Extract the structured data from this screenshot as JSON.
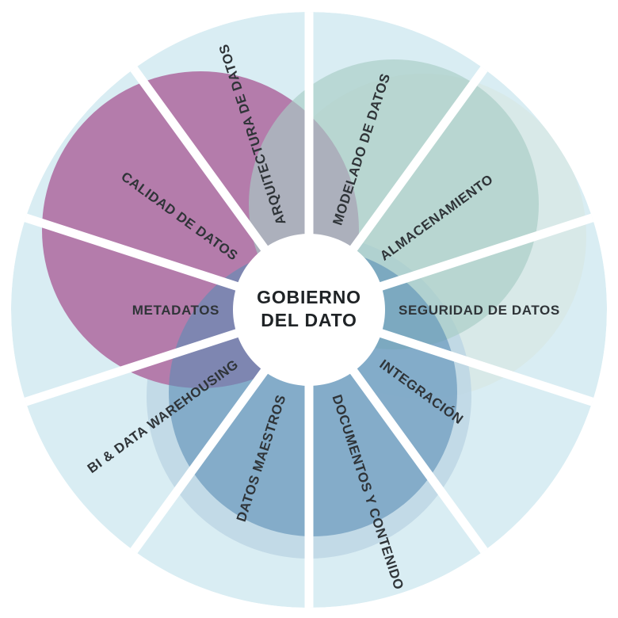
{
  "diagram": {
    "type": "wheel",
    "center_title": {
      "line1": "GOBIERNO",
      "line2": "DEL DATO"
    },
    "segments": [
      {
        "label": "MODELADO DE DATOS",
        "angle_deg": 18
      },
      {
        "label": "ALMACENAMIENTO",
        "angle_deg": 54
      },
      {
        "label": "SEGURIDAD DE DATOS",
        "angle_deg": 90
      },
      {
        "label": "INTEGRACIÓN",
        "angle_deg": 126
      },
      {
        "label": "DOCUMENTOS Y CONTENIDO",
        "angle_deg": 162
      },
      {
        "label": "DATOS MAESTROS",
        "angle_deg": 198
      },
      {
        "label": "BI & DATA WAREHOUSING",
        "angle_deg": 234
      },
      {
        "label": "METADATOS",
        "angle_deg": 270
      },
      {
        "label": "CALIDAD DE DATOS",
        "angle_deg": 306
      },
      {
        "label": "ARQUITECTURA DE DATOS",
        "angle_deg": 342
      }
    ],
    "colors": {
      "background": "#FFFFFF",
      "wheel_base": "#D9EDF3",
      "petal_pink": "#B47CAB",
      "petal_teal_pale": "#D7E8E5",
      "petal_teal_dark": "#A8CDC4",
      "petal_blue_pale": "#BCD4E3",
      "petal_blue_dark": "#5A8EB5",
      "gap": "#FFFFFF",
      "hub": "#FFFFFF",
      "label_text": "#2F3438",
      "title_text": "#1F2326"
    }
  }
}
